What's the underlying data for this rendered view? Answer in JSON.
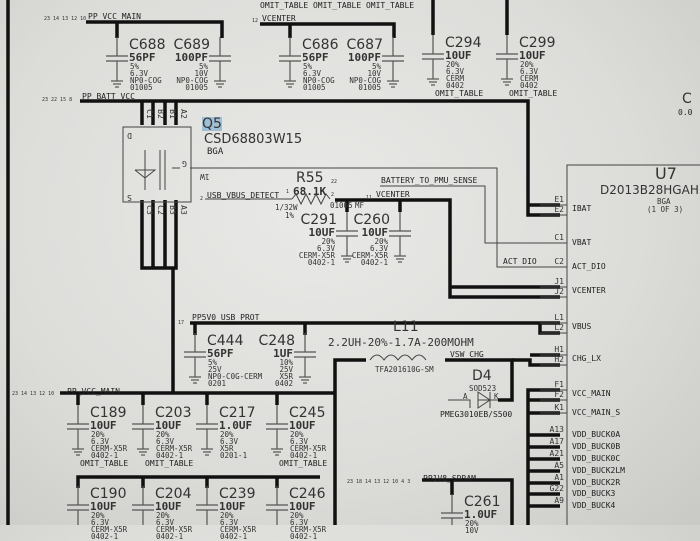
{
  "header": {
    "omit_tags": "OMIT_TABLE OMIT_TABLE OMIT_TABLE"
  },
  "nets": {
    "pp_vcc_main_top": {
      "name": "PP_VCC_MAIN",
      "refs": "23 14 13 12 10"
    },
    "vcenter_top": {
      "name": "VCENTER",
      "refs": "12"
    },
    "pp_batt_vcc": {
      "name": "PP_BATT_VCC",
      "refs": "23 22 15 8"
    },
    "usb_vbus_detect": {
      "name": "USB_VBUS_DETECT",
      "refs": "2"
    },
    "battery_to_pmu_sense": {
      "name": "BATTERY_TO_PMU_SENSE",
      "refs": "22"
    },
    "vcenter_mid": {
      "name": "VCENTER",
      "refs": "11"
    },
    "act_dio": {
      "name": "ACT DIO"
    },
    "pp5v0_usb_prot": {
      "name": "PP5V0_USB_PROT",
      "refs": "17"
    },
    "vsw_chg": {
      "name": "VSW_CHG"
    },
    "pp_vcc_main_bottom": {
      "name": "PP_VCC_MAIN",
      "refs": "23 14 13 12 10"
    },
    "pp1v8_sdram": {
      "name": "PP1V8_SDRAM",
      "refs": "23 18 14 13 12 10 4 3"
    }
  },
  "caps": [
    {
      "ref": "C688",
      "value": "56PF",
      "specs": [
        "5%",
        "6.3V",
        "NP0-COG",
        "01005"
      ]
    },
    {
      "ref": "C689",
      "value": "100PF",
      "specs": [
        "5%",
        "10V",
        "NP0-COG",
        "01005"
      ]
    },
    {
      "ref": "C686",
      "value": "56PF",
      "specs": [
        "5%",
        "6.3V",
        "NP0-COG",
        "01005"
      ]
    },
    {
      "ref": "C687",
      "value": "100PF",
      "specs": [
        "5%",
        "10V",
        "NP0-COG",
        "01005"
      ]
    },
    {
      "ref": "C294",
      "value": "10UF",
      "specs": [
        "20%",
        "6.3V",
        "CERM",
        "0402"
      ],
      "tag": "OMIT_TABLE"
    },
    {
      "ref": "C299",
      "value": "10UF",
      "specs": [
        "20%",
        "6.3V",
        "CERM",
        "0402"
      ],
      "tag": "OMIT_TABLE"
    },
    {
      "ref": "C291",
      "value": "10UF",
      "specs": [
        "20%",
        "6.3V",
        "CERM-X5R",
        "0402-1"
      ]
    },
    {
      "ref": "C260",
      "value": "10UF",
      "specs": [
        "20%",
        "6.3V",
        "CERM-X5R",
        "0402-1"
      ]
    },
    {
      "ref": "C444",
      "value": "56PF",
      "specs": [
        "5%",
        "25V",
        "NP0-C0G-CERM",
        "0201"
      ]
    },
    {
      "ref": "C248",
      "value": "1UF",
      "specs": [
        "10%",
        "25V",
        "X5R",
        "0402"
      ]
    },
    {
      "ref": "C189",
      "value": "10UF",
      "specs": [
        "20%",
        "6.3V",
        "CERM-X5R",
        "0402-1"
      ],
      "tag": "OMIT_TABLE"
    },
    {
      "ref": "C203",
      "value": "10UF",
      "specs": [
        "20%",
        "6.3V",
        "CERM-X5R",
        "0402-1"
      ],
      "tag": "OMIT_TABLE"
    },
    {
      "ref": "C217",
      "value": "1.0UF",
      "specs": [
        "20%",
        "6.3V",
        "X5R",
        "0201-1"
      ]
    },
    {
      "ref": "C245",
      "value": "10UF",
      "specs": [
        "20%",
        "6.3V",
        "CERM-X5R",
        "0402-1"
      ],
      "tag": "OMIT_TABLE"
    },
    {
      "ref": "C190",
      "value": "10UF",
      "specs": [
        "20%",
        "6.3V",
        "CERM-X5R",
        "0402-1"
      ]
    },
    {
      "ref": "C204",
      "value": "10UF",
      "specs": [
        "20%",
        "6.3V",
        "CERM-X5R",
        "0402-1"
      ]
    },
    {
      "ref": "C239",
      "value": "10UF",
      "specs": [
        "20%",
        "6.3V",
        "CERM-X5R",
        "0402-1"
      ]
    },
    {
      "ref": "C246",
      "value": "10UF",
      "specs": [
        "20%",
        "6.3V",
        "CERM-X5R",
        "0402-1"
      ]
    },
    {
      "ref": "C261",
      "value": "1.0UF",
      "specs": [
        "20%",
        "10V"
      ]
    }
  ],
  "q5": {
    "ref": "Q5",
    "part": "CSD68803W15",
    "pkg": "BGA",
    "top_pins": [
      "C1",
      "B2",
      "B1",
      "A2"
    ],
    "bottom_pins": [
      "C3",
      "C2",
      "B3",
      "A3"
    ],
    "d": "D",
    "g": "G",
    "s": "S",
    "wire_label": "1W"
  },
  "r55": {
    "ref": "R55",
    "value": "68.1K",
    "power": "1/32W",
    "tol": "1%",
    "size": "01005",
    "type": "MF",
    "pin1": "1",
    "pin2": "2"
  },
  "l11": {
    "ref": "L11",
    "value": "2.2UH-20%-1.7A-200MOHM",
    "part": "TFA201610G-SM"
  },
  "d4": {
    "ref": "D4",
    "pkg": "SOD523",
    "part": "PMEG3010EB/S500",
    "a": "A",
    "k": "K"
  },
  "u7": {
    "ref": "U7",
    "part": "D2013B28HGAH",
    "pkg": "BGA",
    "section": "(1 OF 3)",
    "pins": [
      {
        "pin": "E1"
      },
      {
        "pin": "E2",
        "name": "IBAT"
      },
      {
        "pin": "C1",
        "name": "VBAT"
      },
      {
        "pin": "C2",
        "name": "ACT_DIO"
      },
      {
        "pin": "J1"
      },
      {
        "pin": "J2",
        "name": "VCENTER"
      },
      {
        "pin": "L1"
      },
      {
        "pin": "L2",
        "name": "VBUS"
      },
      {
        "pin": "H1"
      },
      {
        "pin": "H2",
        "name": "CHG_LX"
      },
      {
        "pin": "F1"
      },
      {
        "pin": "F2",
        "name": "VCC_MAIN"
      },
      {
        "pin": "K1",
        "name": "VCC_MAIN_S"
      },
      {
        "pin": "A13",
        "name": "VDD_BUCK0A"
      },
      {
        "pin": "A17",
        "name": "VDD_BUCK0B"
      },
      {
        "pin": "A21",
        "name": "VDD_BUCK0C"
      },
      {
        "pin": "A5",
        "name": "VDD_BUCK2LM"
      },
      {
        "pin": "A1",
        "name": "VDD_BUCK2R"
      },
      {
        "pin": "G22",
        "name": "VDD_BUCK3"
      },
      {
        "pin": "A9",
        "name": "VDD_BUCK4"
      }
    ]
  },
  "edge": {
    "partial_ref": "C",
    "partial_value": "0.0"
  }
}
